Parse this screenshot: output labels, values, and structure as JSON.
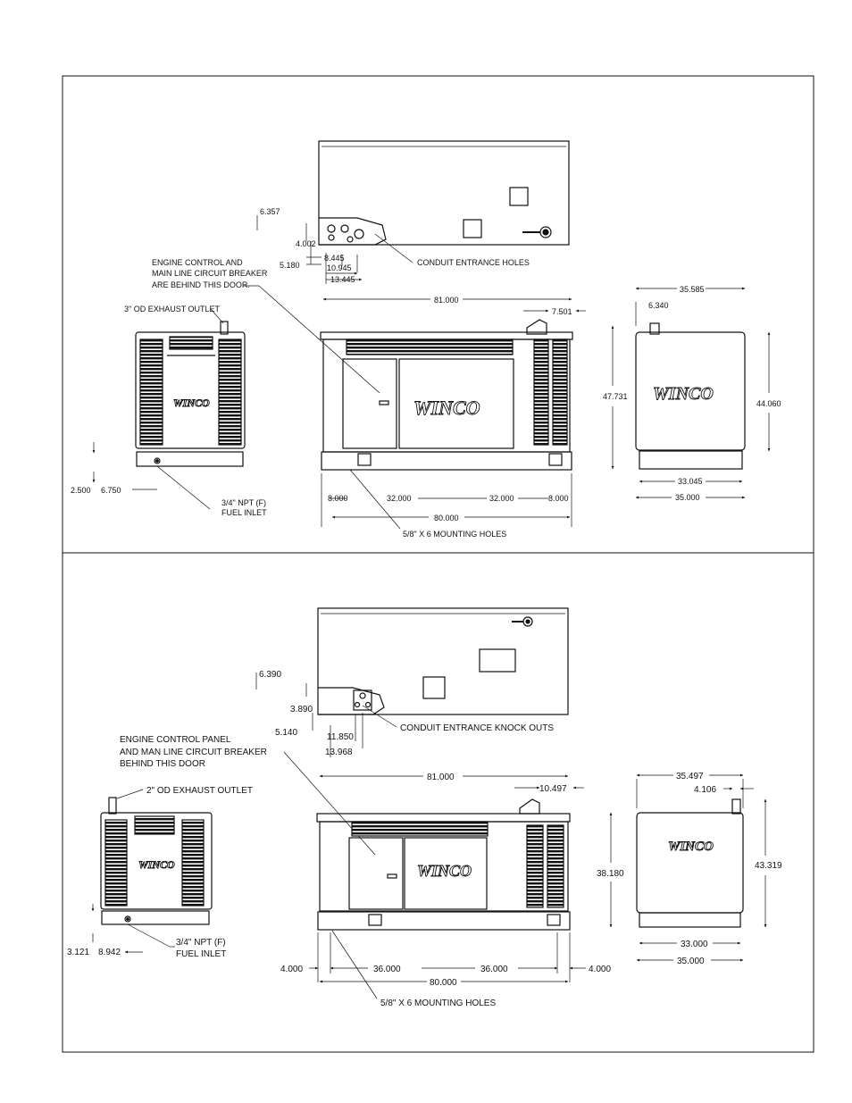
{
  "brand": "WINCO",
  "top": {
    "side_dims": [
      "6.357",
      "4.002",
      "5.180",
      "8.445",
      "10.945",
      "13.445"
    ],
    "conduit_label": "CONDUIT ENTRANCE HOLES",
    "engine_label": [
      "ENGINE CONTROL AND",
      "MAIN LINE CIRCUIT BREAKER",
      "ARE BEHIND THIS DOOR."
    ],
    "exhaust_label": "3\" OD EXHAUST OUTLET",
    "fuel_label": [
      "3/4\" NPT (F)",
      "FUEL INLET"
    ],
    "fuel_dims": [
      "2.500",
      "6.750"
    ],
    "front_width": "81.000",
    "front_offset": "7.501",
    "bottom_dims": [
      "8.000",
      "32.000",
      "32.000",
      "8.000"
    ],
    "base_length": "80.000",
    "mount_label": "5/8\" X 6 MOUNTING HOLES",
    "end_dims": {
      "width": "35.585",
      "offset": "6.340",
      "height_left": "47.731",
      "height_right": "44.060",
      "inner": "33.045",
      "base": "35.000"
    }
  },
  "bottom": {
    "side_dims": [
      "6.390",
      "3.890",
      "5.140",
      "11.850",
      "13.968"
    ],
    "conduit_label": "CONDUIT ENTRANCE KNOCK OUTS",
    "engine_label": [
      "ENGINE CONTROL PANEL",
      "AND MAN LINE CIRCUIT BREAKER",
      "BEHIND THIS DOOR"
    ],
    "exhaust_label": "2\" OD EXHAUST OUTLET",
    "fuel_label": [
      "3/4\" NPT (F)",
      "FUEL INLET"
    ],
    "fuel_dims": [
      "3.121",
      "8.942"
    ],
    "front_width": "81.000",
    "front_offset": "10.497",
    "bottom_dims": [
      "4.000",
      "36.000",
      "36.000",
      "4.000"
    ],
    "base_length": "80.000",
    "mount_label": "5/8\" X 6 MOUNTING HOLES",
    "end_dims": {
      "width": "35.497",
      "offset": "4.106",
      "height_left": "38.180",
      "height_right": "43.319",
      "inner": "33.000",
      "base": "35.000"
    }
  }
}
